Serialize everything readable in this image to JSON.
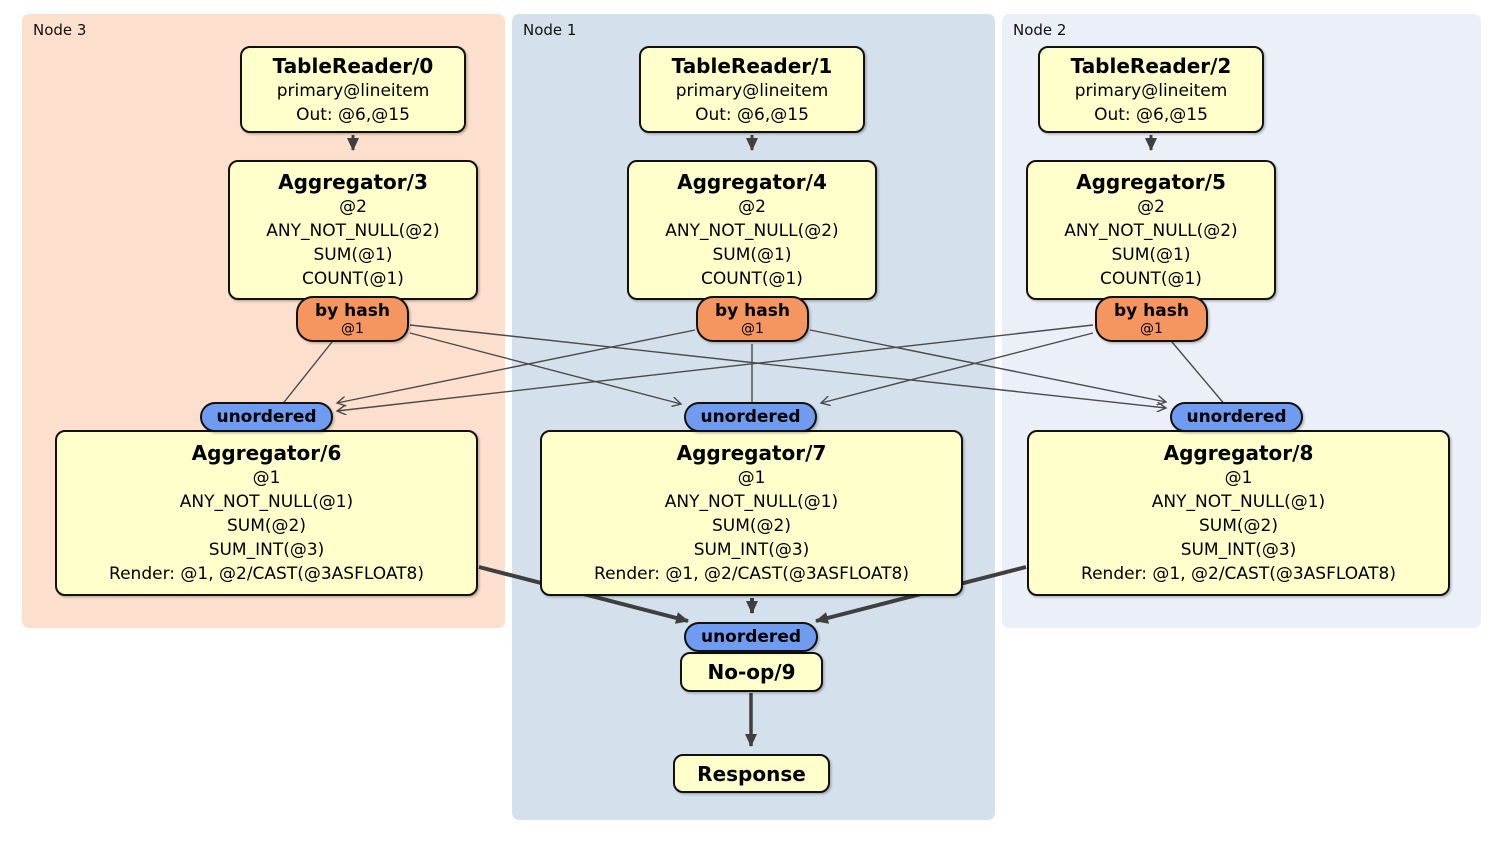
{
  "regions": {
    "node3": {
      "label": "Node 3"
    },
    "node1": {
      "label": "Node 1"
    },
    "node2": {
      "label": "Node 2"
    }
  },
  "nodes": {
    "node3": {
      "table_reader": {
        "title": "TableReader/0",
        "lines": [
          "primary@lineitem",
          "Out: @6,@15"
        ]
      },
      "aggregator_top": {
        "title": "Aggregator/3",
        "lines": [
          "@2",
          "ANY_NOT_NULL(@2)",
          "SUM(@1)",
          "COUNT(@1)"
        ]
      },
      "router": {
        "label": "by hash",
        "detail": "@1"
      },
      "sync": {
        "label": "unordered"
      },
      "aggregator_bottom": {
        "title": "Aggregator/6",
        "lines": [
          "@1",
          "ANY_NOT_NULL(@1)",
          "SUM(@2)",
          "SUM_INT(@3)",
          "Render: @1, @2/CAST(@3ASFLOAT8)"
        ]
      }
    },
    "node1": {
      "table_reader": {
        "title": "TableReader/1",
        "lines": [
          "primary@lineitem",
          "Out: @6,@15"
        ]
      },
      "aggregator_top": {
        "title": "Aggregator/4",
        "lines": [
          "@2",
          "ANY_NOT_NULL(@2)",
          "SUM(@1)",
          "COUNT(@1)"
        ]
      },
      "router": {
        "label": "by hash",
        "detail": "@1"
      },
      "sync": {
        "label": "unordered"
      },
      "aggregator_bottom": {
        "title": "Aggregator/7",
        "lines": [
          "@1",
          "ANY_NOT_NULL(@1)",
          "SUM(@2)",
          "SUM_INT(@3)",
          "Render: @1, @2/CAST(@3ASFLOAT8)"
        ]
      }
    },
    "node2": {
      "table_reader": {
        "title": "TableReader/2",
        "lines": [
          "primary@lineitem",
          "Out: @6,@15"
        ]
      },
      "aggregator_top": {
        "title": "Aggregator/5",
        "lines": [
          "@2",
          "ANY_NOT_NULL(@2)",
          "SUM(@1)",
          "COUNT(@1)"
        ]
      },
      "router": {
        "label": "by hash",
        "detail": "@1"
      },
      "sync": {
        "label": "unordered"
      },
      "aggregator_bottom": {
        "title": "Aggregator/8",
        "lines": [
          "@1",
          "ANY_NOT_NULL(@1)",
          "SUM(@2)",
          "SUM_INT(@3)",
          "Render: @1, @2/CAST(@3ASFLOAT8)"
        ]
      }
    }
  },
  "final_stage": {
    "sync": {
      "label": "unordered"
    },
    "noop": {
      "title": "No-op/9"
    },
    "response": {
      "title": "Response"
    }
  },
  "colors": {
    "processor_fill": "#ffffcc",
    "router_fill": "#f5955f",
    "sync_fill": "#6f9bf0",
    "node3_bg": "#fce0cd",
    "node1_bg": "#d4e1ec",
    "node2_bg": "#ebeff8",
    "edge": "#3f3f3f"
  }
}
